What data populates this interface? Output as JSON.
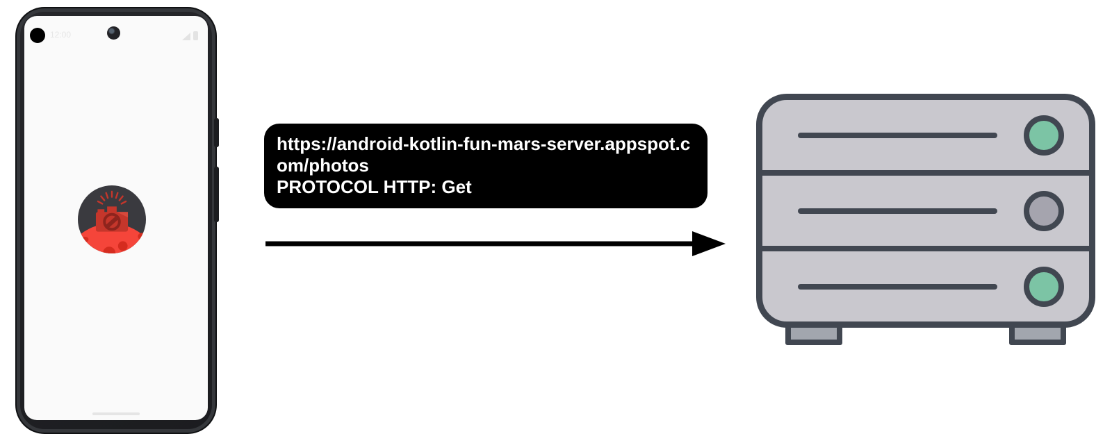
{
  "phone": {
    "name": "Android phone",
    "status_bar": {
      "time": "12:00"
    },
    "app_icon_label": "Mars Photos app icon"
  },
  "request": {
    "url": "https://android-kotlin-fun-mars-server.appspot.com/photos",
    "protocol": "PROTOCOL HTTP: Get"
  },
  "arrow": {
    "direction": "right",
    "color": "#000000"
  },
  "server": {
    "racks": [
      {
        "led_color": "#7cc4a5"
      },
      {
        "led_color": "#a5a4ae"
      },
      {
        "led_color": "#7cc4a5"
      }
    ]
  },
  "colors": {
    "bubble_bg": "#000000",
    "bubble_text": "#ffffff",
    "server_body": "#c9c8ce",
    "server_outline": "#414751",
    "led_green": "#7cc4a5",
    "led_gray": "#a5a4ae",
    "phone_frame": "#212327",
    "phone_screen": "#fafafa",
    "mars_space_dark": "#3a3a3f",
    "mars_planet_red": "#f5453a",
    "mars_camera_red": "#c5362b"
  }
}
